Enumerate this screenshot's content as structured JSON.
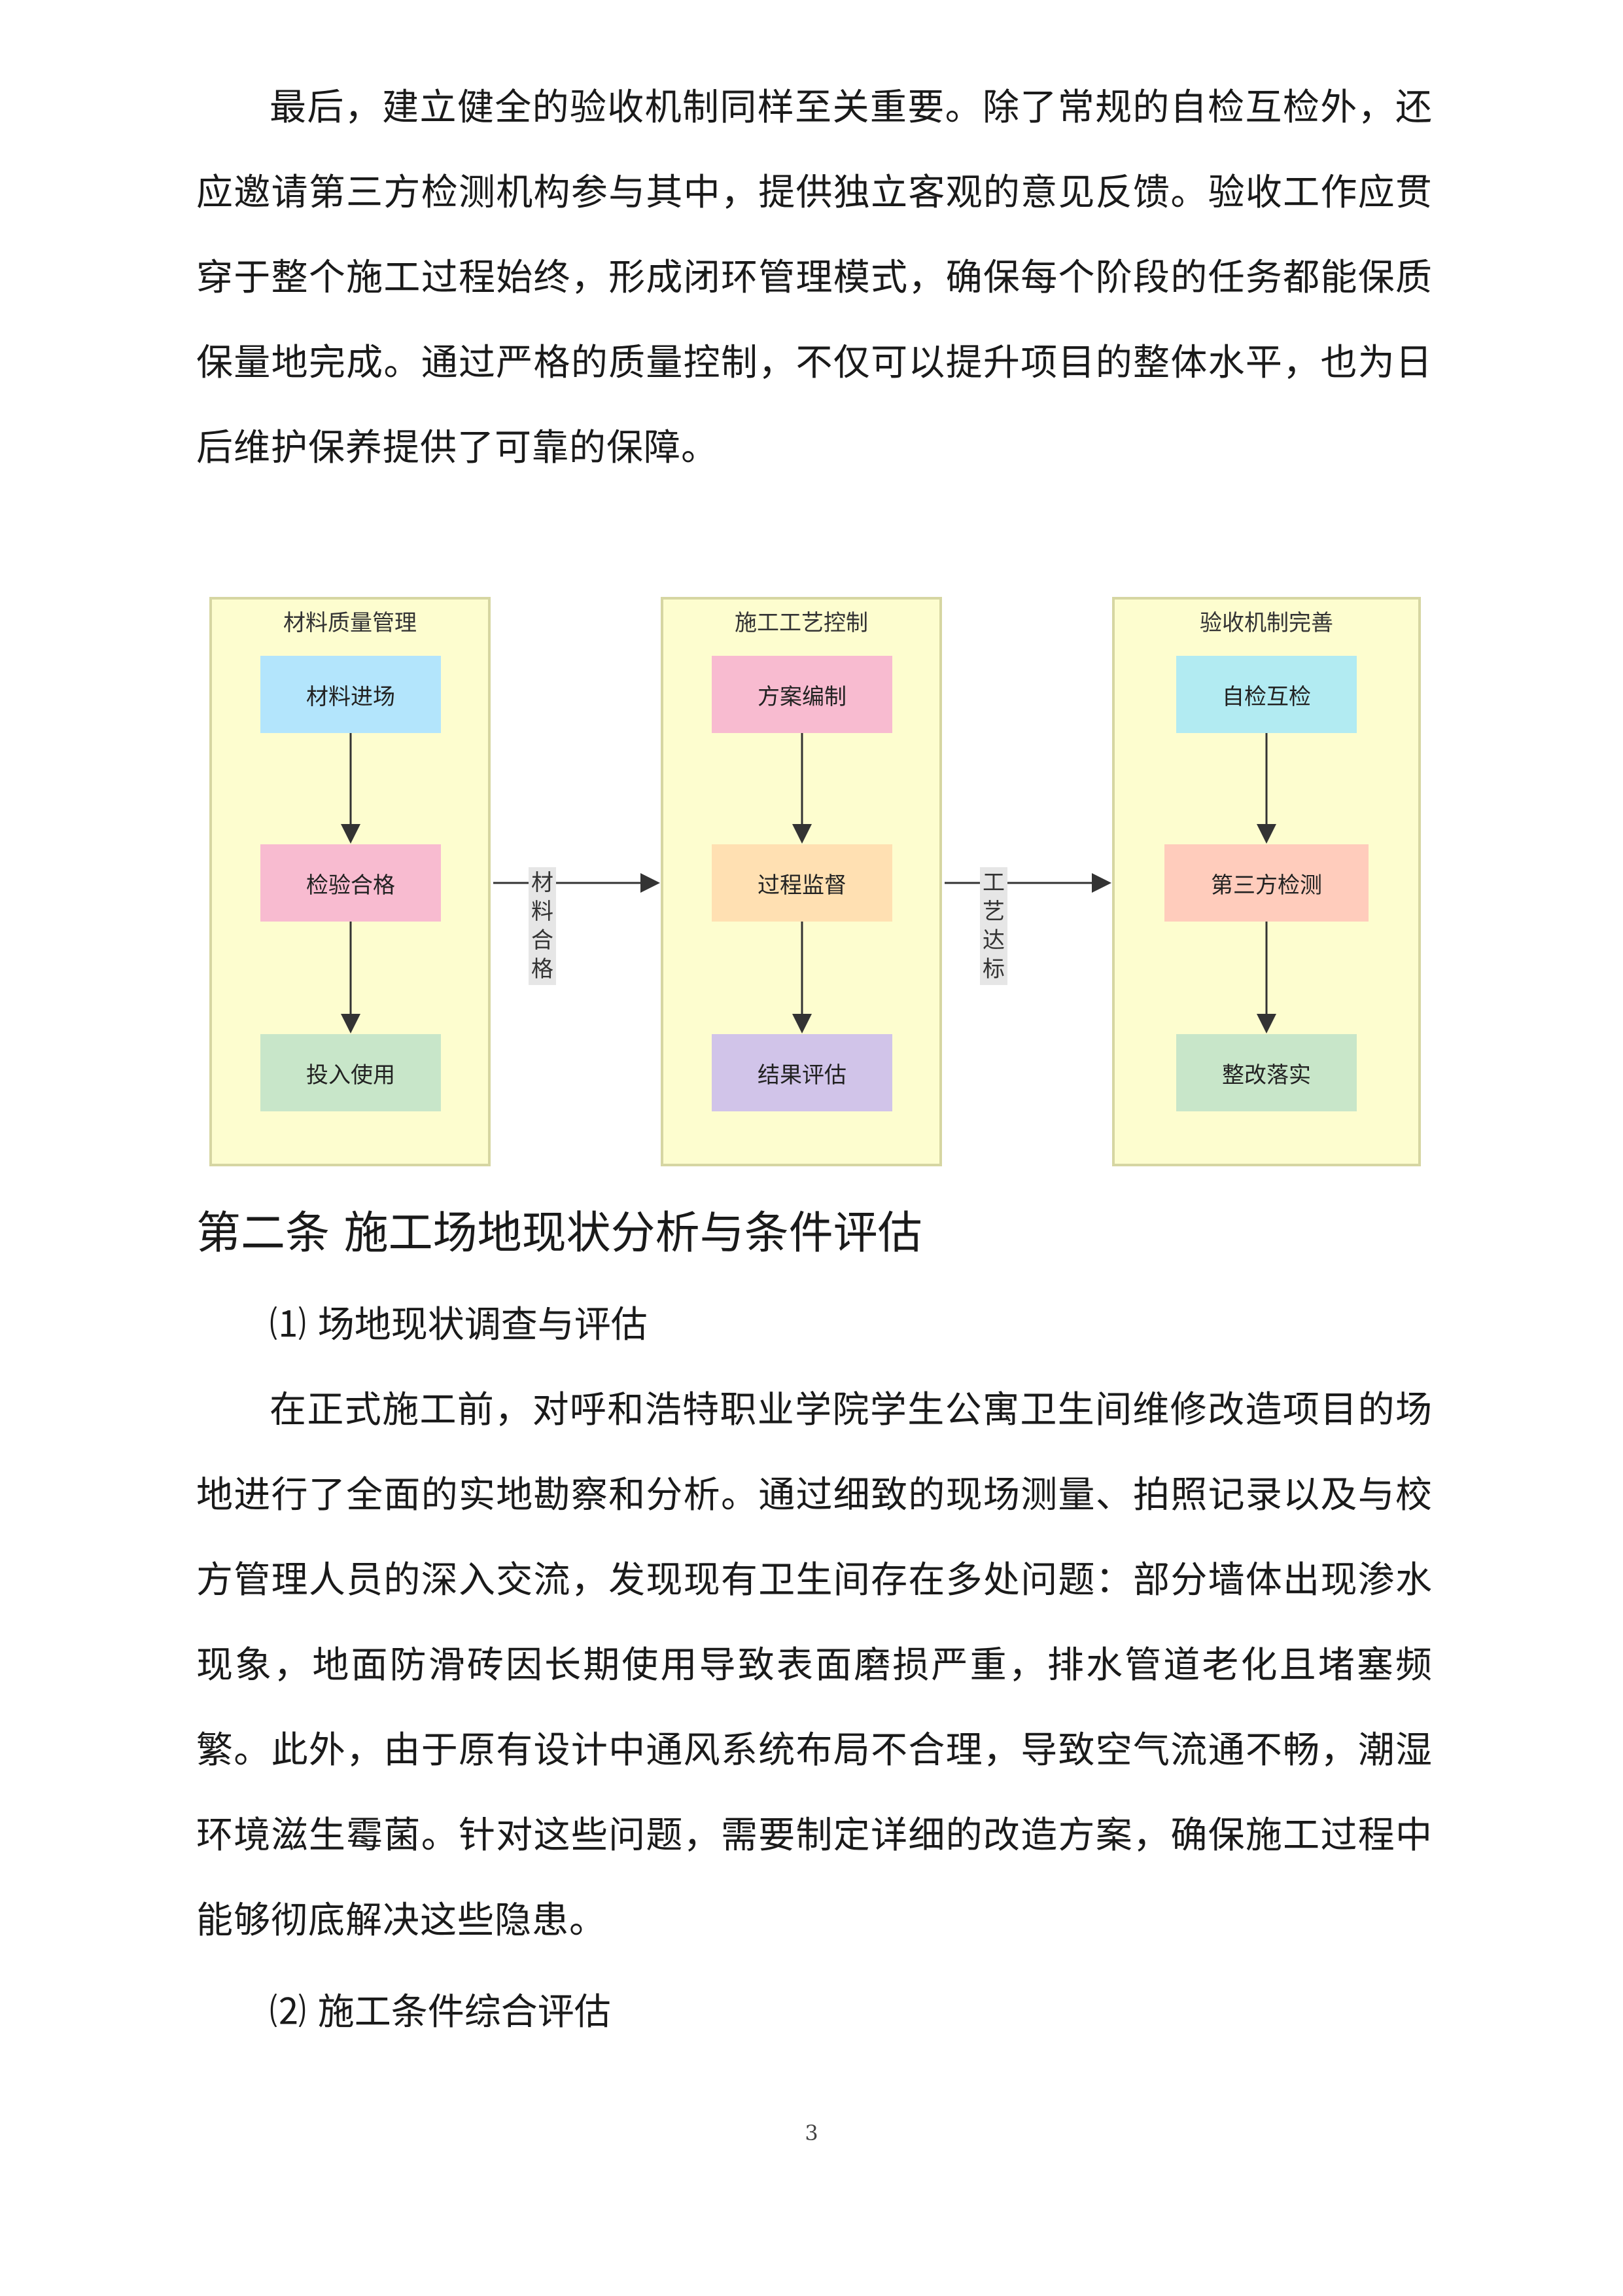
{
  "body": {
    "para1": "最后，建立健全的验收机制同样至关重要。除了常规的自检互检外，还应邀请第三方检测机构参与其中，提供独立客观的意见反馈。验收工作应贯穿于整个施工过程始终，形成闭环管理模式，确保每个阶段的任务都能保质保量地完成。通过严格的质量控制，不仅可以提升项目的整体水平，也为日后维护保养提供了可靠的保障。",
    "heading": "第二条  施工场地现状分析与条件评估",
    "sub1": "⑴ 场地现状调查与评估",
    "para2": "在正式施工前，对呼和浩特职业学院学生公寓卫生间维修改造项目的场地进行了全面的实地勘察和分析。通过细致的现场测量、拍照记录以及与校方管理人员的深入交流，发现现有卫生间存在多处问题：部分墙体出现渗水现象，地面防滑砖因长期使用导致表面磨损严重，排水管道老化且堵塞频繁。此外，由于原有设计中通风系统布局不合理，导致空气流通不畅，潮湿环境滋生霉菌。针对这些问题，需要制定详细的改造方案，确保施工过程中能够彻底解决这些隐患。",
    "sub2": "⑵ 施工条件综合评估",
    "page_number": "3"
  },
  "flowchart": {
    "columns": [
      {
        "title": "材料质量管理",
        "nodes": [
          {
            "label": "材料进场",
            "color": "#b3e5fc"
          },
          {
            "label": "检验合格",
            "color": "#f8bbd0"
          },
          {
            "label": "投入使用",
            "color": "#c8e6c9"
          }
        ]
      },
      {
        "title": "施工工艺控制",
        "nodes": [
          {
            "label": "方案编制",
            "color": "#f8bbd0"
          },
          {
            "label": "过程监督",
            "color": "#ffe0b2"
          },
          {
            "label": "结果评估",
            "color": "#d1c4e9"
          }
        ]
      },
      {
        "title": "验收机制完善",
        "nodes": [
          {
            "label": "自检互检",
            "color": "#b2ebf2"
          },
          {
            "label": "第三方检测",
            "color": "#ffccbc"
          },
          {
            "label": "整改落实",
            "color": "#c8e6c9"
          }
        ]
      }
    ],
    "edges": [
      {
        "label": "材料合格"
      },
      {
        "label": "工艺达标"
      }
    ],
    "colors": {
      "column_fill": "#fdfdcf",
      "column_border": "#d6d6a2",
      "arrow": "#333333"
    }
  }
}
